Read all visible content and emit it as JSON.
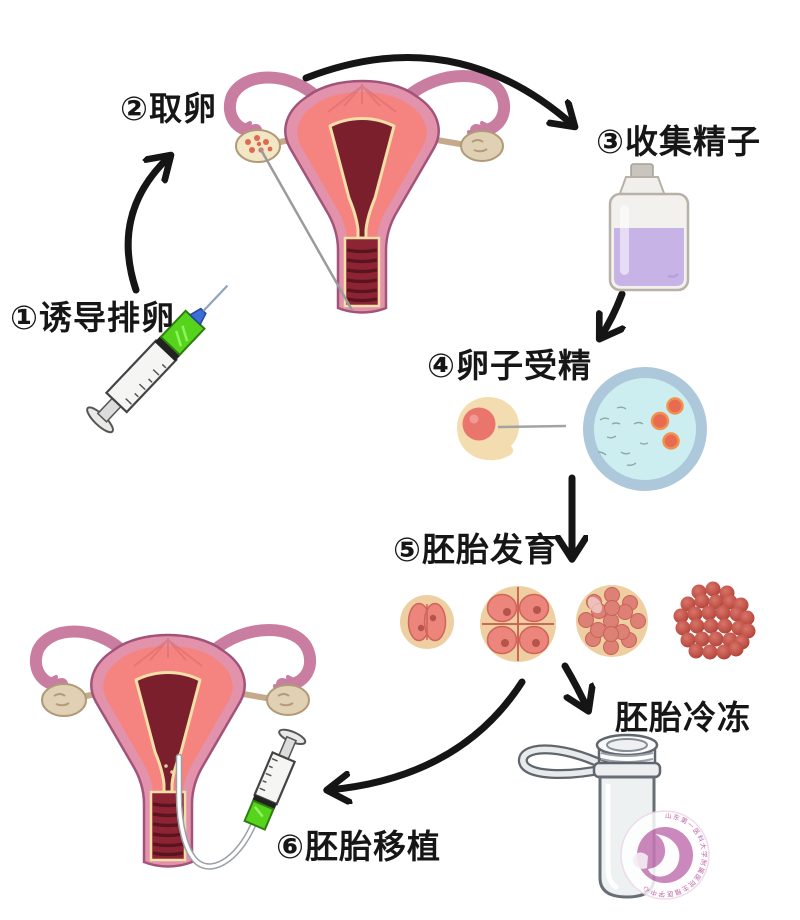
{
  "page": {
    "background": "#ffffff"
  },
  "steps": [
    {
      "label": "①诱导排卵"
    },
    {
      "label": "②取卵"
    },
    {
      "label": "③收集精子"
    },
    {
      "label": "④卵子受精"
    },
    {
      "label": "⑤胚胎发育"
    },
    {
      "label": "⑥胚胎移植"
    }
  ],
  "annotations": {
    "freeze_label": "胚胎冷冻"
  },
  "watermark": {
    "ring_text": "山东第一医科大学附属医院生殖医学中心",
    "accent": "#c478b4"
  },
  "illustrations": {
    "uterus_top": "uterus-with-retrieval-needle",
    "ovulation_syringe": "green-hormone-syringe",
    "sperm_bottle": "bottle-purple-liquid",
    "egg_cell": "egg-with-injection-needle",
    "petri_dish": "petri-dish-sperm-and-eggs",
    "embryo_stages": [
      "2-cell",
      "4-cell",
      "morula",
      "blastocyst-cluster"
    ],
    "cryo_vial": "cryopreservation-vial",
    "uterus_bottom": "uterus-with-transfer-catheter",
    "transfer_syringe": "green-transfer-syringe"
  },
  "colors": {
    "arrow": "#151515",
    "uterus_pink": "#e292aa",
    "muscle_salmon": "#f5837f",
    "cavity_maroon": "#7c1f2d",
    "syringe_green": "#56d41c",
    "liquid_purple": "#c7b3e6",
    "dish_blue": "#cdeef0",
    "embryo_salmon": "#ec857b",
    "zona_tan": "#eecfa2",
    "watermark_pink": "#c478b4"
  }
}
